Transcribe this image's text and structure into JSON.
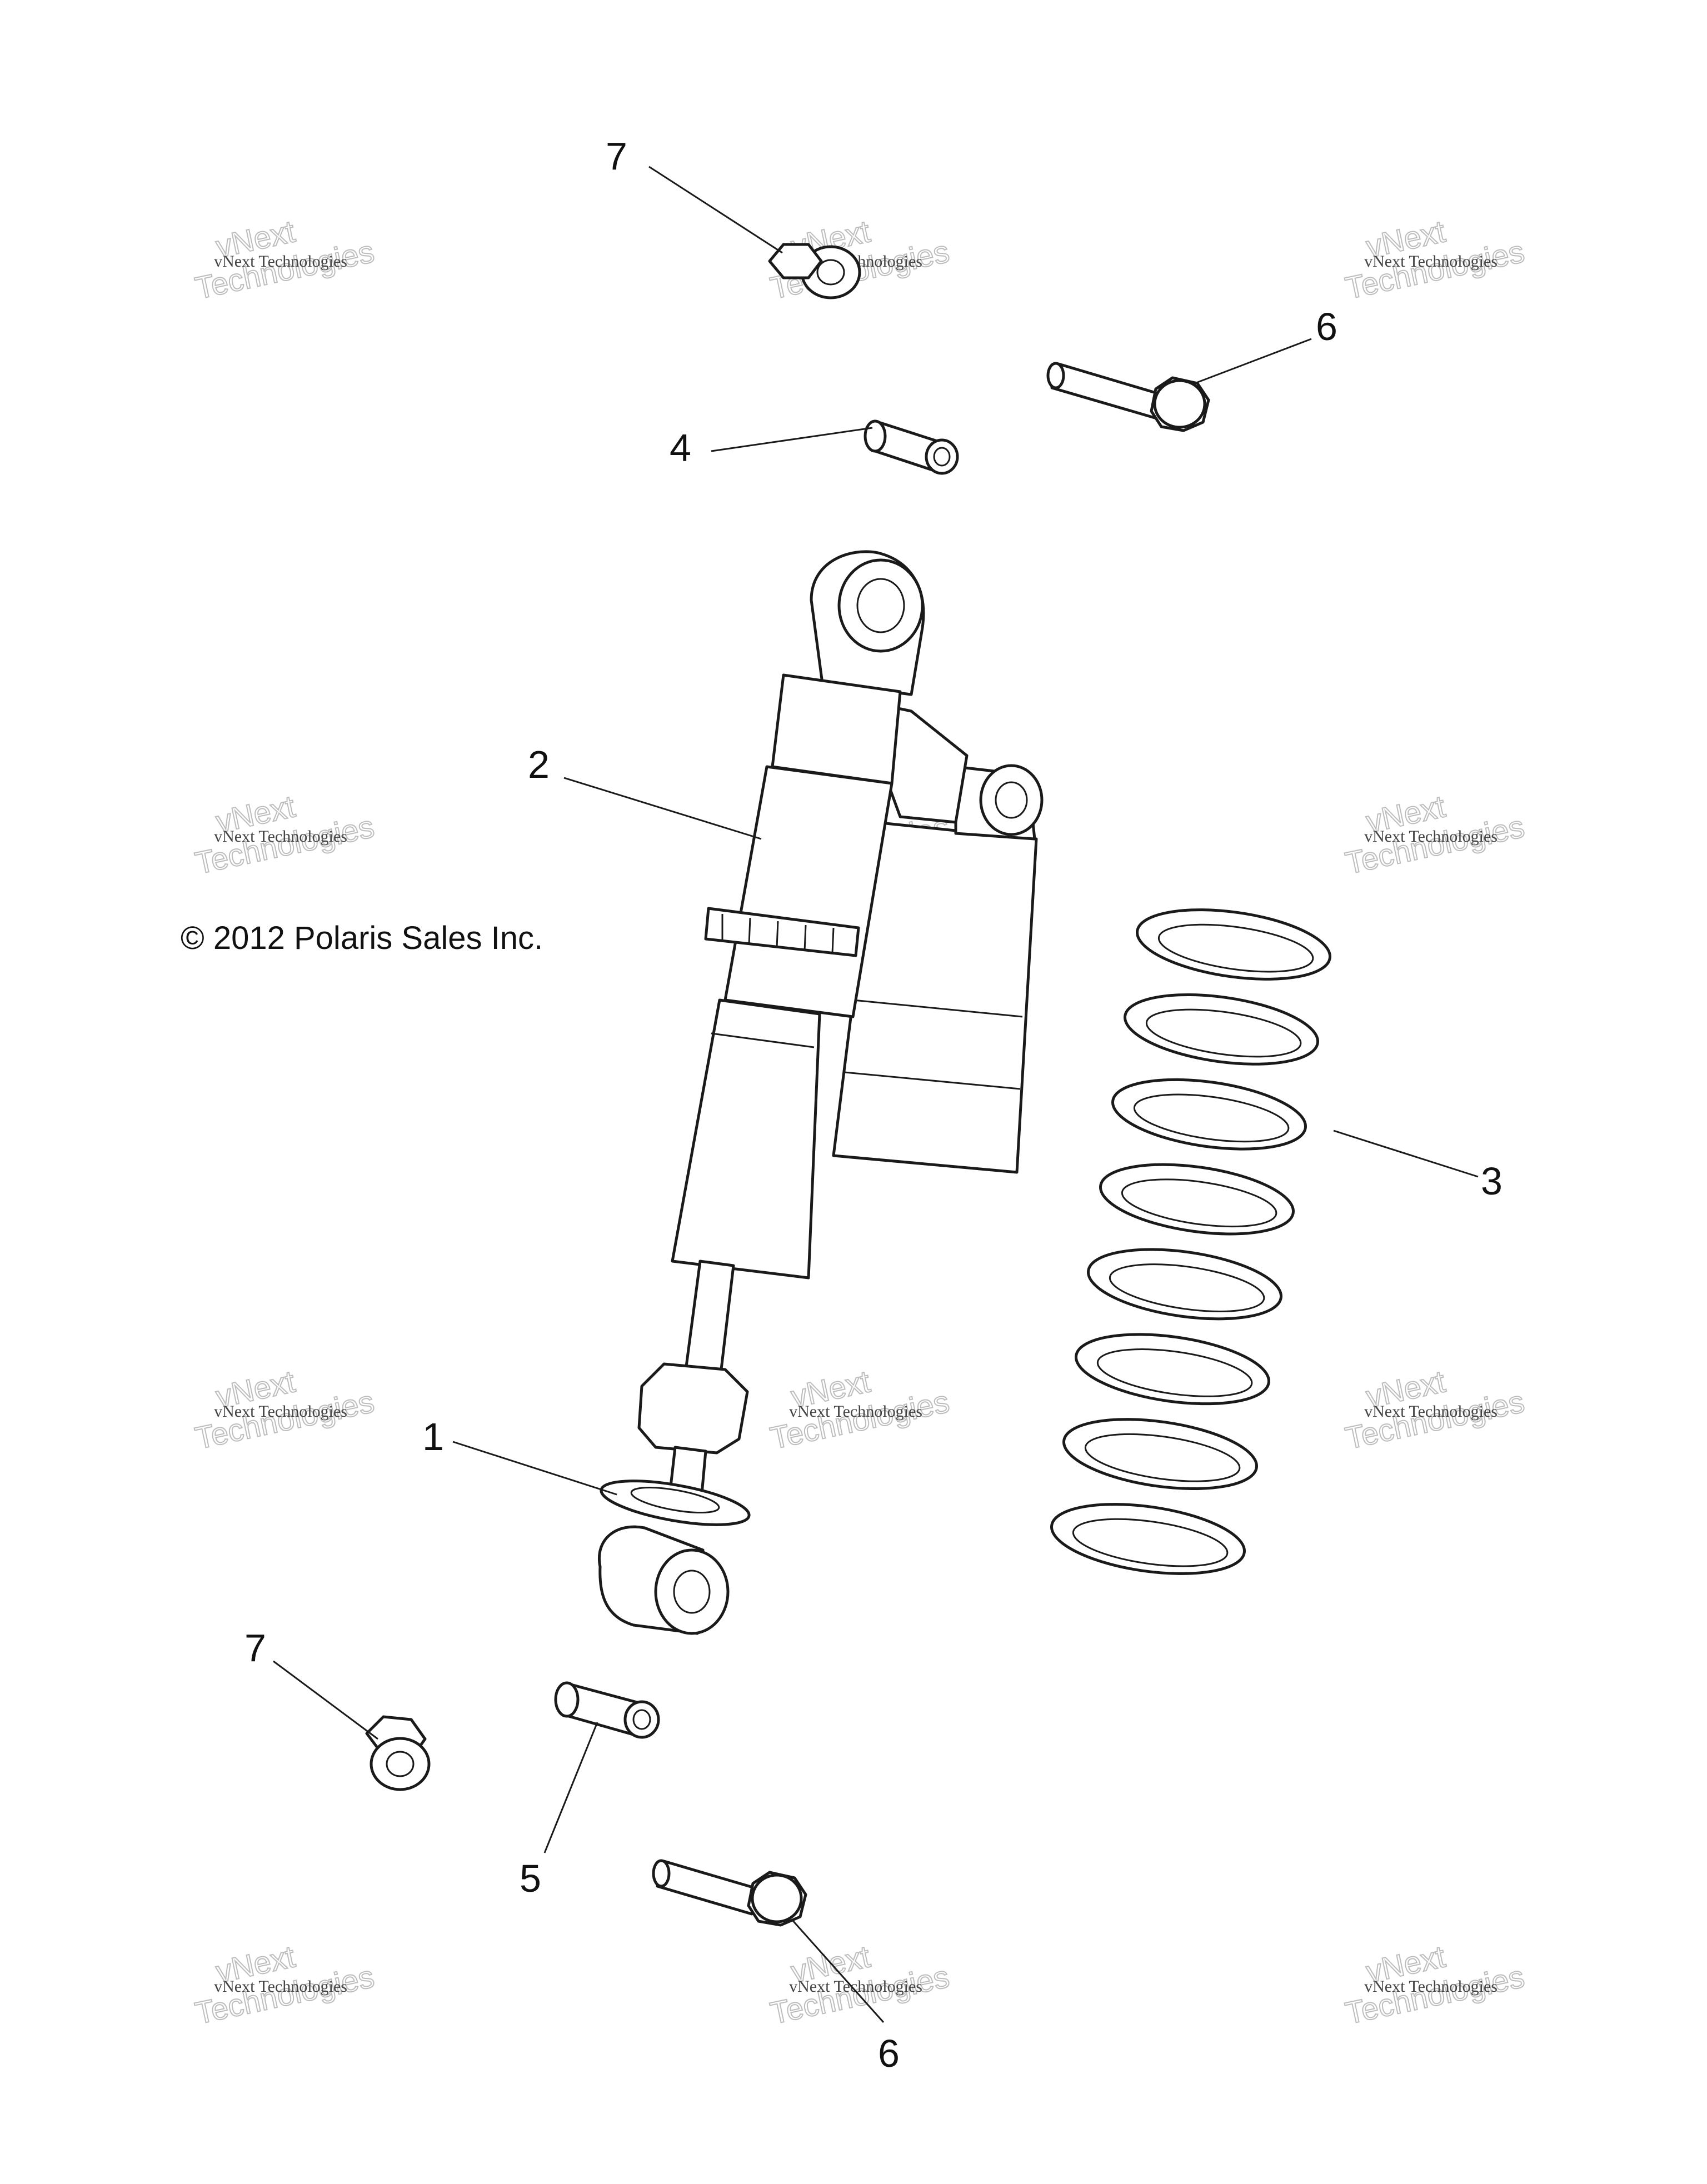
{
  "copyright": "© 2012 Polaris Sales Inc.",
  "watermark": {
    "line1": "vNext",
    "line2": "Technologies",
    "small": "vNext Technologies"
  },
  "callouts": [
    {
      "id": "c1",
      "label": "1"
    },
    {
      "id": "c2",
      "label": "2"
    },
    {
      "id": "c3",
      "label": "3"
    },
    {
      "id": "c4",
      "label": "4"
    },
    {
      "id": "c5",
      "label": "5"
    },
    {
      "id": "c6a",
      "label": "6"
    },
    {
      "id": "c6b",
      "label": "6"
    },
    {
      "id": "c7a",
      "label": "7"
    },
    {
      "id": "c7b",
      "label": "7"
    }
  ]
}
